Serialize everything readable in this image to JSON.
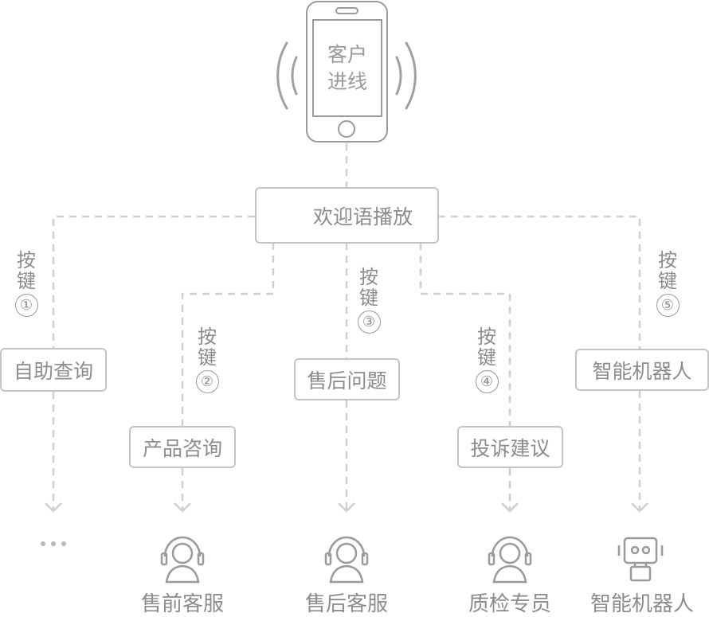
{
  "phone": {
    "line1": "客户",
    "line2": "进线"
  },
  "welcome": {
    "label": "欢迎语播放"
  },
  "key_label_line1": "按",
  "key_label_line2": "键",
  "branches": [
    {
      "num": "①",
      "box": "自助查询",
      "target": ""
    },
    {
      "num": "②",
      "box": "产品咨询",
      "target": "售前客服"
    },
    {
      "num": "③",
      "box": "售后问题",
      "target": "售后客服"
    },
    {
      "num": "④",
      "box": "投诉建议",
      "target": "质检专员"
    },
    {
      "num": "⑤",
      "box": "智能机器人",
      "target": "智能机器人"
    }
  ],
  "colors": {
    "line": "#cfcfcf",
    "border": "#c4c4c4",
    "text": "#8c8c8c",
    "icon": "#9a9a9a"
  },
  "icons": [
    "phone-icon",
    "sound-wave-icon",
    "speaker-icon",
    "headset-agent-icon",
    "robot-icon",
    "ellipsis-icon"
  ]
}
